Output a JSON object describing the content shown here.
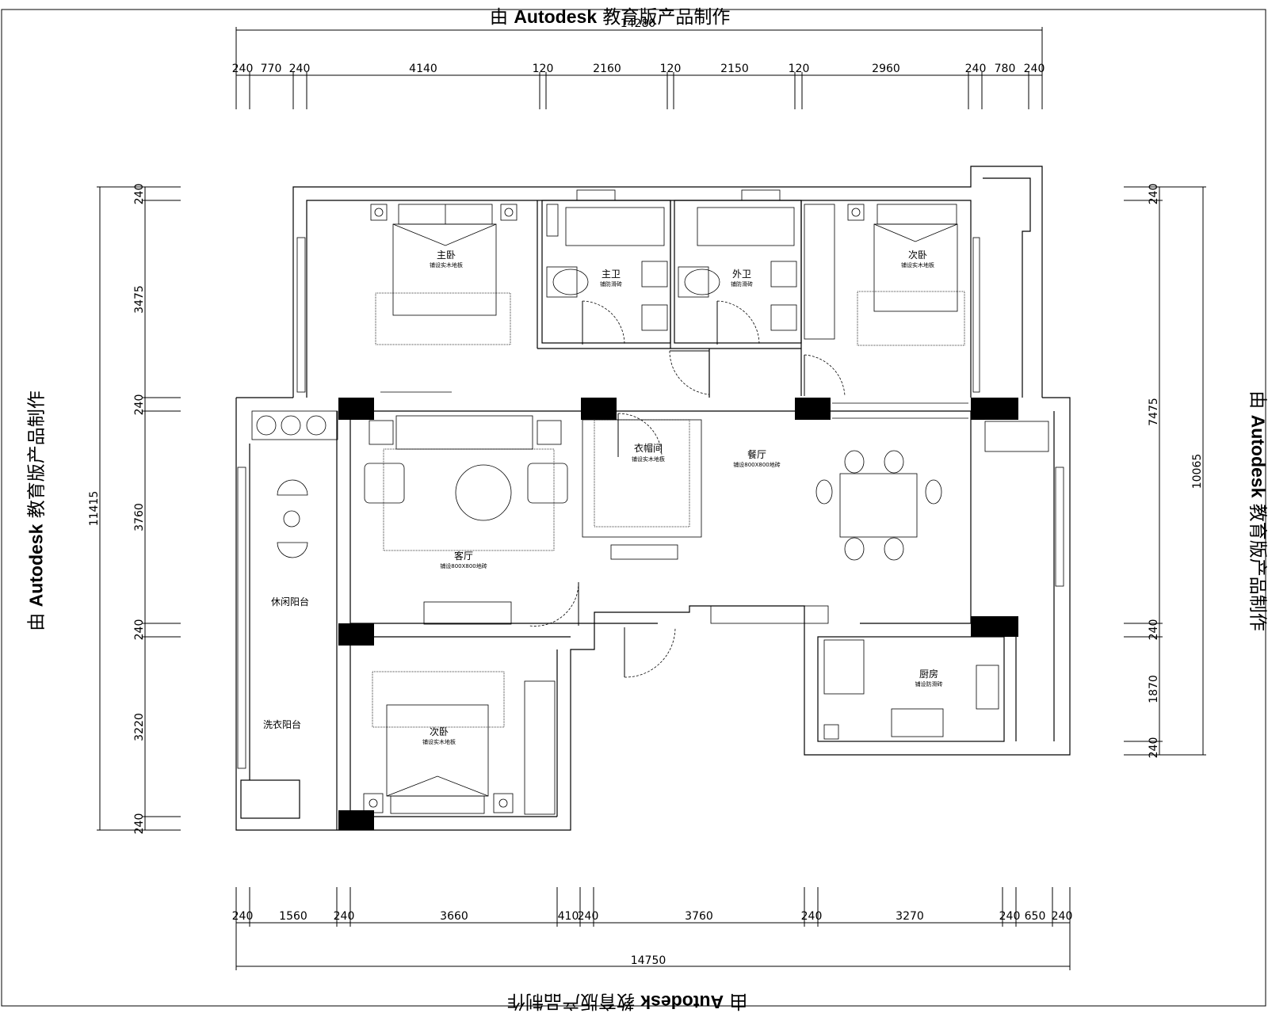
{
  "watermark": {
    "prefix": "由 ",
    "brand": "Autodesk",
    "suffix": " 教育版产品制作",
    "bottom_prefix": "由 ",
    "bottom_brand": "Autodesk",
    "bottom_suffix": " 教育版产品制作"
  },
  "dimensions": {
    "top_total": "14280",
    "top_segments": [
      "240",
      "770",
      "240",
      "4140",
      "120",
      "2160",
      "120",
      "2150",
      "120",
      "2960",
      "240",
      "780",
      "240"
    ],
    "bottom_total": "14750",
    "bottom_segments": [
      "240",
      "1560",
      "240",
      "3660",
      "410",
      "240",
      "3760",
      "240",
      "3270",
      "240",
      "650",
      "240"
    ],
    "left_total": "11415",
    "left_segments": [
      "240",
      "3475",
      "240",
      "3760",
      "240",
      "3220",
      "240"
    ],
    "right_total": "10065",
    "right_upper": "7475",
    "right_segments": [
      "240",
      "240",
      "1870",
      "240"
    ]
  },
  "rooms": {
    "master_bedroom": "主卧",
    "master_bedroom_note": "铺设实木地板",
    "master_bath": "主卫",
    "master_bath_note": "铺防滑砖",
    "guest_bath": "外卫",
    "guest_bath_note": "铺防滑砖",
    "second_bedroom_ne": "次卧",
    "second_bedroom_ne_note": "铺设实木地板",
    "closet": "衣帽间",
    "closet_note": "铺设实木地板",
    "dining": "餐厅",
    "dining_note": "铺设800X800地砖",
    "living": "客厅",
    "living_note": "铺设800X800地砖",
    "leisure_balcony": "休闲阳台",
    "laundry_balcony": "洗衣阳台",
    "second_bedroom_sw": "次卧",
    "second_bedroom_sw_note": "铺设实木地板",
    "kitchen": "厨房",
    "kitchen_note": "铺设防滑砖"
  }
}
